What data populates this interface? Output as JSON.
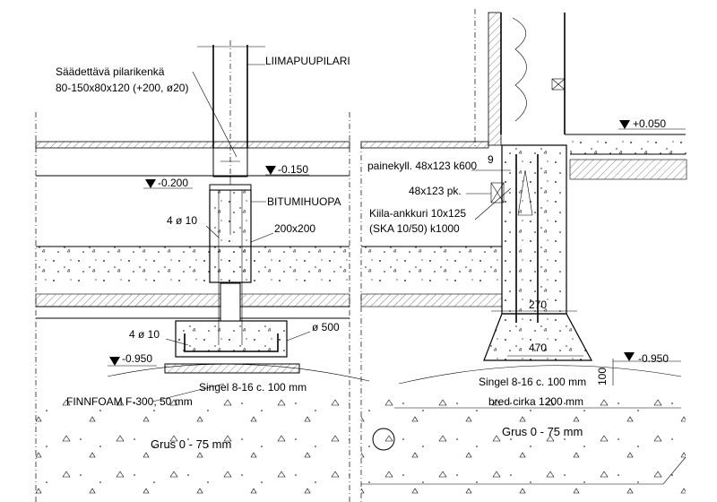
{
  "left_detail": {
    "post_label": "LIIMAPUUPILARI",
    "shoe_label_1": "Säädettävä pilarikenkä",
    "shoe_label_2": "80-150x80x120 (+200, ø20)",
    "level_top": "-0.150",
    "level_mid": "-0.200",
    "membrane_label": "BITUMIHUOPA",
    "rebar_upper": "4 ø 10",
    "column_size": "200x200",
    "rebar_lower": "4 ø 10",
    "footing_dia": "ø 500",
    "level_bottom": "-0.950",
    "gravel_label": "Singel 8-16  c. 100 mm",
    "insulation_label": "FINNFOAM F-300, 50 mm",
    "ground_label": "Grus 0 - 75 mm"
  },
  "right_detail": {
    "level_top": "+0.050",
    "dim_9": "9",
    "sill_label": "painekyll. 48x123 k600",
    "beam_label": "48x123 pk.",
    "anchor_label_1": "Kiila-ankkuri 10x125",
    "anchor_label_2": "(SKA 10/50) k1000",
    "dim_270": "270",
    "dim_470": "470",
    "level_bottom": "-0.950",
    "dim_100": "100",
    "gravel_label": "Singel 8-16  c. 100 mm",
    "width_label": "bred cirka 1200 mm",
    "ground_label": "Grus 0 - 75 mm"
  }
}
